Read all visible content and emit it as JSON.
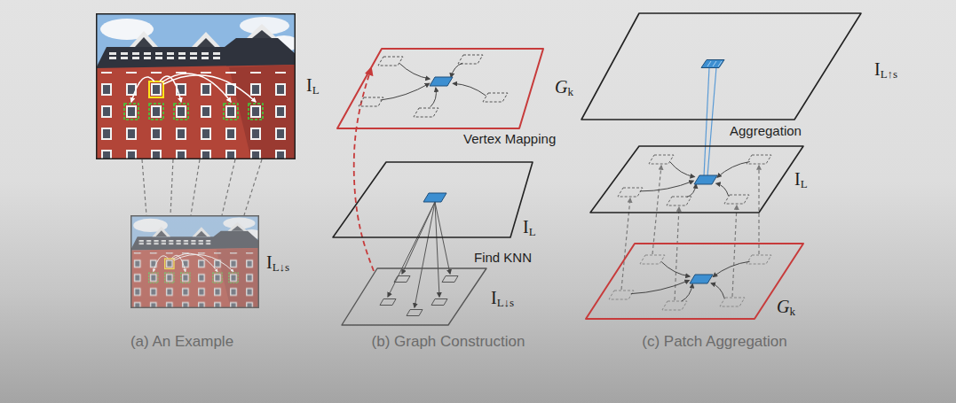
{
  "diagram": {
    "nodes": [
      {
        "text": [
          "IL"
        ]
      },
      {
        "text": [
          "IL↓s"
        ]
      },
      {
        "text": [
          "Gk"
        ]
      },
      {
        "text": [
          "IL"
        ]
      },
      {
        "text": [
          "IL↓s"
        ]
      },
      {
        "text": [
          "IL↑s"
        ]
      },
      {
        "text": [
          "IL"
        ]
      },
      {
        "text": [
          "Gk"
        ]
      }
    ],
    "edges": [
      {
        "from": 0,
        "to": 1,
        "arrow": "none"
      },
      {
        "from": 4,
        "to": 2,
        "arrow": "to"
      },
      {
        "from": 3,
        "to": 4,
        "arrow": "to"
      },
      {
        "from": 7,
        "to": 6,
        "arrow": "to"
      },
      {
        "from": 6,
        "to": 5,
        "arrow": "none"
      }
    ],
    "labels": [
      "(a) An Example",
      "Vertex Mapping",
      "Find KNN",
      "(b) Graph Construction",
      "Aggregation",
      "(c) Patch Aggregation"
    ]
  }
}
